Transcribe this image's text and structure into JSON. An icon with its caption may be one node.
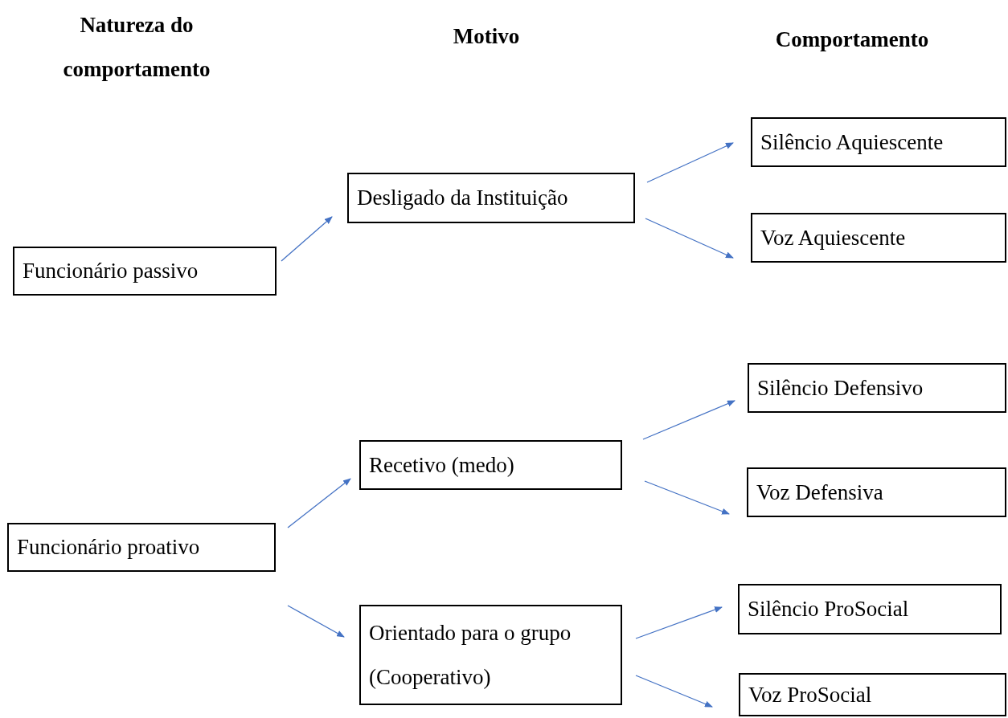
{
  "diagram": {
    "nodes": [
      {
        "text": [
          "Funcionário passivo"
        ]
      },
      {
        "text": [
          "Funcionário proativo"
        ]
      },
      {
        "text": [
          "Desligado da Instituição"
        ]
      },
      {
        "text": [
          "Recetivo (medo)"
        ]
      },
      {
        "text": [
          "Orientado para o grupo (Cooperativo)"
        ]
      },
      {
        "text": [
          "Silêncio Aquiescente"
        ]
      },
      {
        "text": [
          "Voz Aquiescente"
        ]
      },
      {
        "text": [
          "Silêncio Defensivo"
        ]
      },
      {
        "text": [
          "Voz Defensiva"
        ]
      },
      {
        "text": [
          "Silêncio ProSocial"
        ]
      },
      {
        "text": [
          "Voz ProSocial"
        ]
      }
    ],
    "edges": [
      {
        "from": 0,
        "to": 2,
        "arrow": "to"
      },
      {
        "from": 1,
        "to": 3,
        "arrow": "to"
      },
      {
        "from": 1,
        "to": 4,
        "arrow": "to"
      },
      {
        "from": 2,
        "to": 5,
        "arrow": "to"
      },
      {
        "from": 2,
        "to": 6,
        "arrow": "to"
      },
      {
        "from": 3,
        "to": 7,
        "arrow": "to"
      },
      {
        "from": 3,
        "to": 8,
        "arrow": "to"
      },
      {
        "from": 4,
        "to": 9,
        "arrow": "to"
      },
      {
        "from": 4,
        "to": 10,
        "arrow": "to"
      }
    ],
    "labels": [
      "Natureza do comportamento",
      "Motivo",
      "Comportamento"
    ]
  }
}
